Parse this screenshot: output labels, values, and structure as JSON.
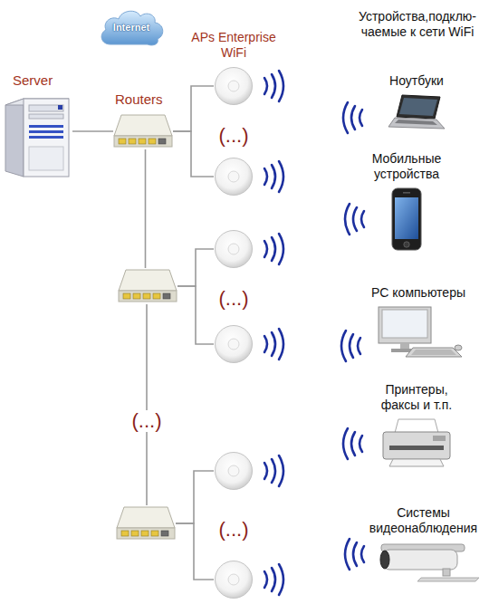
{
  "diagram": {
    "nodes": [
      {
        "text": [
          "Internet"
        ]
      },
      {
        "text": [
          "Server"
        ]
      },
      {
        "text": [
          "Routers"
        ]
      },
      {
        "text": [
          "APs Enterprise WiFi"
        ]
      },
      {
        "text": []
      },
      {
        "text": []
      },
      {
        "text": []
      },
      {
        "text": []
      },
      {
        "text": []
      },
      {
        "text": []
      },
      {
        "text": []
      },
      {
        "text": [
          "Ноутбуки"
        ]
      },
      {
        "text": [
          "Мобильные устройства"
        ]
      },
      {
        "text": [
          "PC компьютеры"
        ]
      },
      {
        "text": [
          "Принтеры, факсы и т.п."
        ]
      },
      {
        "text": [
          "Системы видеонаблюдения"
        ]
      }
    ],
    "edges": [
      {
        "from": 1,
        "to": 2,
        "arrow": "none"
      },
      {
        "from": 2,
        "to": 3,
        "arrow": "none"
      },
      {
        "from": 2,
        "to": 4,
        "arrow": "none"
      },
      {
        "from": 2,
        "to": 5,
        "arrow": "none"
      },
      {
        "from": 5,
        "to": 6,
        "arrow": "none"
      },
      {
        "from": 5,
        "to": 7,
        "arrow": "none"
      },
      {
        "from": 5,
        "to": 8,
        "label": "(...)",
        "arrow": "none"
      },
      {
        "from": 8,
        "to": 9,
        "arrow": "none"
      },
      {
        "from": 8,
        "to": 10,
        "arrow": "none"
      }
    ],
    "labels": [
      "Устройства,подклю- чаемые к сети WiFi",
      "(...)",
      "(...)",
      "(...)"
    ]
  }
}
